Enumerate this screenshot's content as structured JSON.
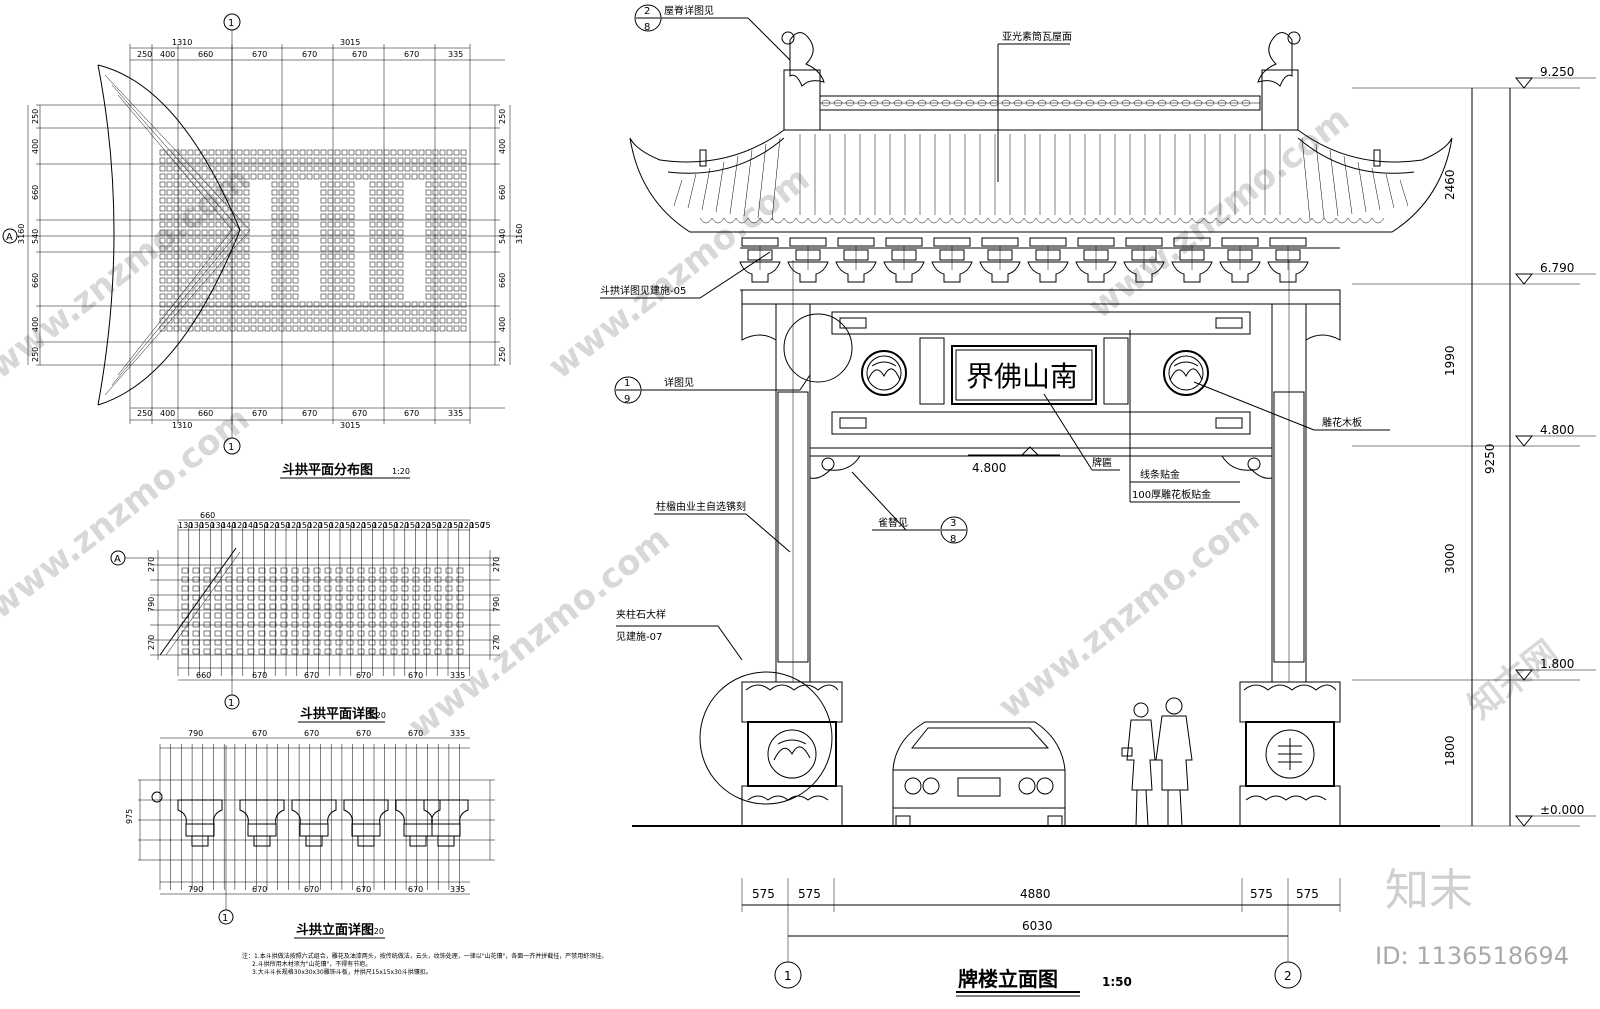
{
  "plan_drawings": {
    "plan_distribution": {
      "title": "斗拱平面分布图",
      "scale": "1:20",
      "top_total_left": "1310",
      "top_total_right": "3015",
      "top_dims": [
        "250",
        "400",
        "660",
        "670",
        "670",
        "670",
        "670",
        "335"
      ],
      "bottom_total_left": "1310",
      "bottom_total_right": "3015",
      "bottom_dims": [
        "250",
        "400",
        "660",
        "670",
        "670",
        "670",
        "670",
        "335"
      ],
      "side_dims_left": [
        "250",
        "400",
        "660",
        "540",
        "660",
        "400",
        "250"
      ],
      "side_dims_right": [
        "250",
        "400",
        "660",
        "540",
        "660",
        "400",
        "250"
      ],
      "side_total_left": "3160",
      "side_total_right": "3160",
      "axis_top": "1",
      "axis_bottom": "1",
      "axis_left": "A"
    },
    "plan_detail": {
      "title": "斗拱平面详图",
      "scale": "1:20",
      "top_dim": "660",
      "top_repeat": [
        "130",
        "130",
        "150",
        "130",
        "140",
        "120",
        "140",
        "150",
        "120",
        "150",
        "120",
        "150",
        "120",
        "150",
        "120",
        "150",
        "120",
        "150",
        "120",
        "150",
        "120",
        "150",
        "120",
        "150",
        "120",
        "150",
        "120",
        "150",
        "75"
      ],
      "bottom_dims": [
        "660",
        "670",
        "670",
        "670",
        "670",
        "335"
      ],
      "side_dims": [
        "270",
        "790",
        "270"
      ],
      "axis_left": "A",
      "axis_bottom": "1"
    },
    "elevation_detail": {
      "title": "斗拱立面详图",
      "scale": "1:20",
      "top_dims": [
        "790",
        "670",
        "670",
        "670",
        "670",
        "335"
      ],
      "bottom_dims": [
        "790",
        "670",
        "670",
        "670",
        "670",
        "335"
      ],
      "side_total": "975",
      "axis_bottom": "1"
    },
    "notes": [
      "注：1.本斗拱做法按照六式组合，雕花及油漆两头，按传统做法，云头，纹饰处理，一律以\"山花镶\"，各面一齐并拼截挂，严禁用虾须挂。",
      "2.斗拱所用木材须为\"山花镶\"，不得有节疤。",
      "3.大斗斗长规格30x30x30雕饰斗板，并拱尺15x15x30斗拱镶扣。"
    ]
  },
  "elevation": {
    "title": "牌楼立面图",
    "scale": "1:50",
    "plaque_text": "界佛山南",
    "annotations": {
      "roof_ridge": "屋脊详图见",
      "roof_ridge_ref_top": "2",
      "roof_ridge_ref_bottom": "8",
      "roof_surface": "亚光素筒瓦屋面",
      "dougong": "斗拱详图见建施-05",
      "detail_ref_label": "详图见",
      "detail_ref_top": "1",
      "detail_ref_bottom": "9",
      "carved_board": "雕花木板",
      "plaque": "牌匾",
      "gilding_line": "线条贴金",
      "gilding_board": "100厚雕花板贴金",
      "column_carving": "柱楹由业主自选镌刻",
      "queti": "雀替见",
      "queti_ref_top": "3",
      "queti_ref_bottom": "8",
      "stone_detail_1": "夹柱石大样",
      "stone_detail_2": "见建施-07",
      "beam_level": "4.800"
    },
    "levels": [
      "9.250",
      "6.790",
      "4.800",
      "1.800",
      "±0.000"
    ],
    "vertical_dims": [
      "2460",
      "1990",
      "3000",
      "1800"
    ],
    "vertical_total": "9250",
    "bottom_dims": [
      "575",
      "575",
      "4880",
      "575",
      "575"
    ],
    "bottom_total": "6030",
    "axes": [
      "1",
      "2"
    ]
  },
  "watermark": {
    "site": "www.znzmo.com",
    "brand_cn": "知末网",
    "brand": "知末",
    "id_label": "ID: 1136518694"
  }
}
